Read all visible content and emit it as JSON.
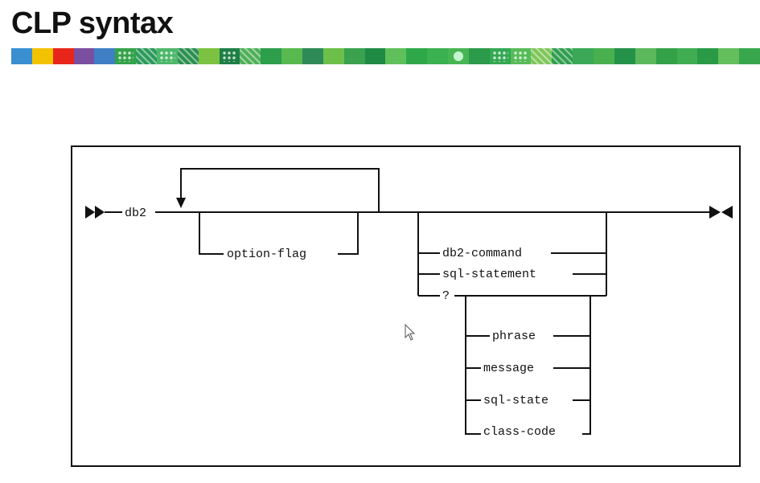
{
  "title": "CLP syntax",
  "banner": {
    "colors": [
      "#3a8fd1",
      "#f2c300",
      "#e8261c",
      "#7b4fa0",
      "#3f7fc4",
      "#35a24a",
      "#2b9a5a",
      "#4db86a",
      "#2a8f4f",
      "#7cc242",
      "#1e7f46",
      "#4faf58",
      "#2c9e4c",
      "#58b94f",
      "#2e8b57",
      "#6cc04a",
      "#3aa14f",
      "#1f8a44",
      "#5fbf5a",
      "#2fa84a",
      "#3bb14f",
      "#48b554",
      "#2b9a4a",
      "#34a853",
      "#57bb5a",
      "#7fc65a",
      "#2f9e4e",
      "#3aa856",
      "#48b04f",
      "#25924a",
      "#5cb85c",
      "#33a148",
      "#40ad52",
      "#2a9a47",
      "#63bf5b",
      "#38a64d"
    ],
    "patterns": [
      "plain",
      "plain",
      "plain",
      "plain",
      "plain",
      "dotted",
      "hatched",
      "dotted",
      "hatched",
      "plain",
      "dotted",
      "hatched",
      "plain",
      "plain",
      "plain",
      "plain",
      "plain",
      "plain",
      "plain",
      "plain",
      "plain",
      "circle",
      "plain",
      "dotted",
      "dotted",
      "hatched",
      "hatched",
      "plain",
      "plain",
      "plain",
      "plain",
      "plain",
      "plain",
      "plain",
      "plain",
      "plain"
    ]
  },
  "diagram": {
    "command": "db2",
    "repeat_option": "option-flag",
    "choices": [
      "db2-command",
      "sql-statement",
      "?"
    ],
    "help_options": [
      "phrase",
      "message",
      "sql-state",
      "class-code"
    ]
  }
}
